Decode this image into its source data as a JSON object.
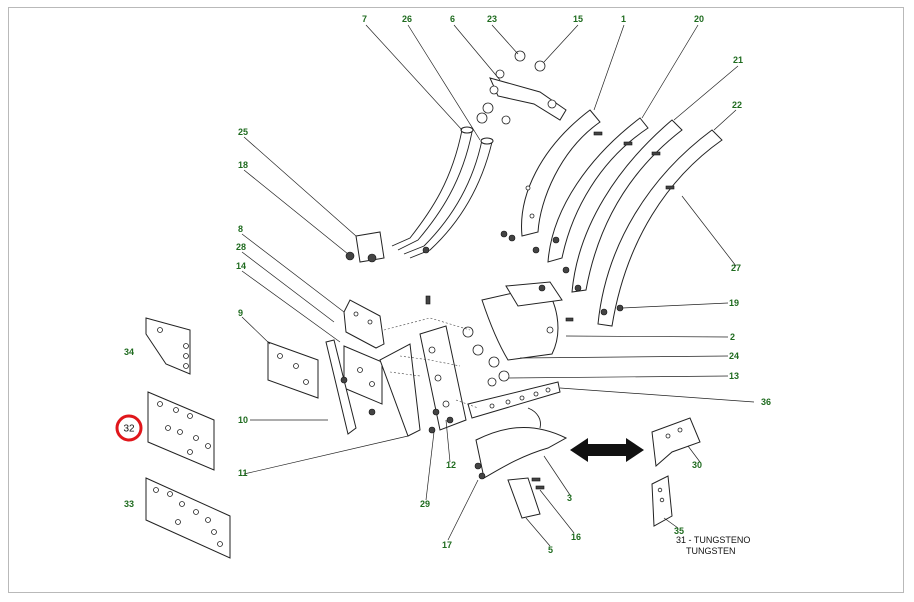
{
  "diagram": {
    "callouts": {
      "c1": "1",
      "c2": "2",
      "c3": "3",
      "c5": "5",
      "c6": "6",
      "c7": "7",
      "c8": "8",
      "c9": "9",
      "c10": "10",
      "c11": "11",
      "c12": "12",
      "c13": "13",
      "c14": "14",
      "c15": "15",
      "c16": "16",
      "c17": "17",
      "c18": "18",
      "c19": "19",
      "c20": "20",
      "c21": "21",
      "c22": "22",
      "c23": "23",
      "c24": "24",
      "c25": "25",
      "c26": "26",
      "c27": "27",
      "c28": "28",
      "c29": "29",
      "c30": "30",
      "c33": "33",
      "c34": "34",
      "c35": "35",
      "c36": "36"
    },
    "highlighted": {
      "label": "32",
      "color": "#e0161b"
    },
    "note": {
      "line1": "31 - TUNGSTENO",
      "line2": "TUNGSTEN"
    },
    "label_color": "#1f6b1f"
  }
}
